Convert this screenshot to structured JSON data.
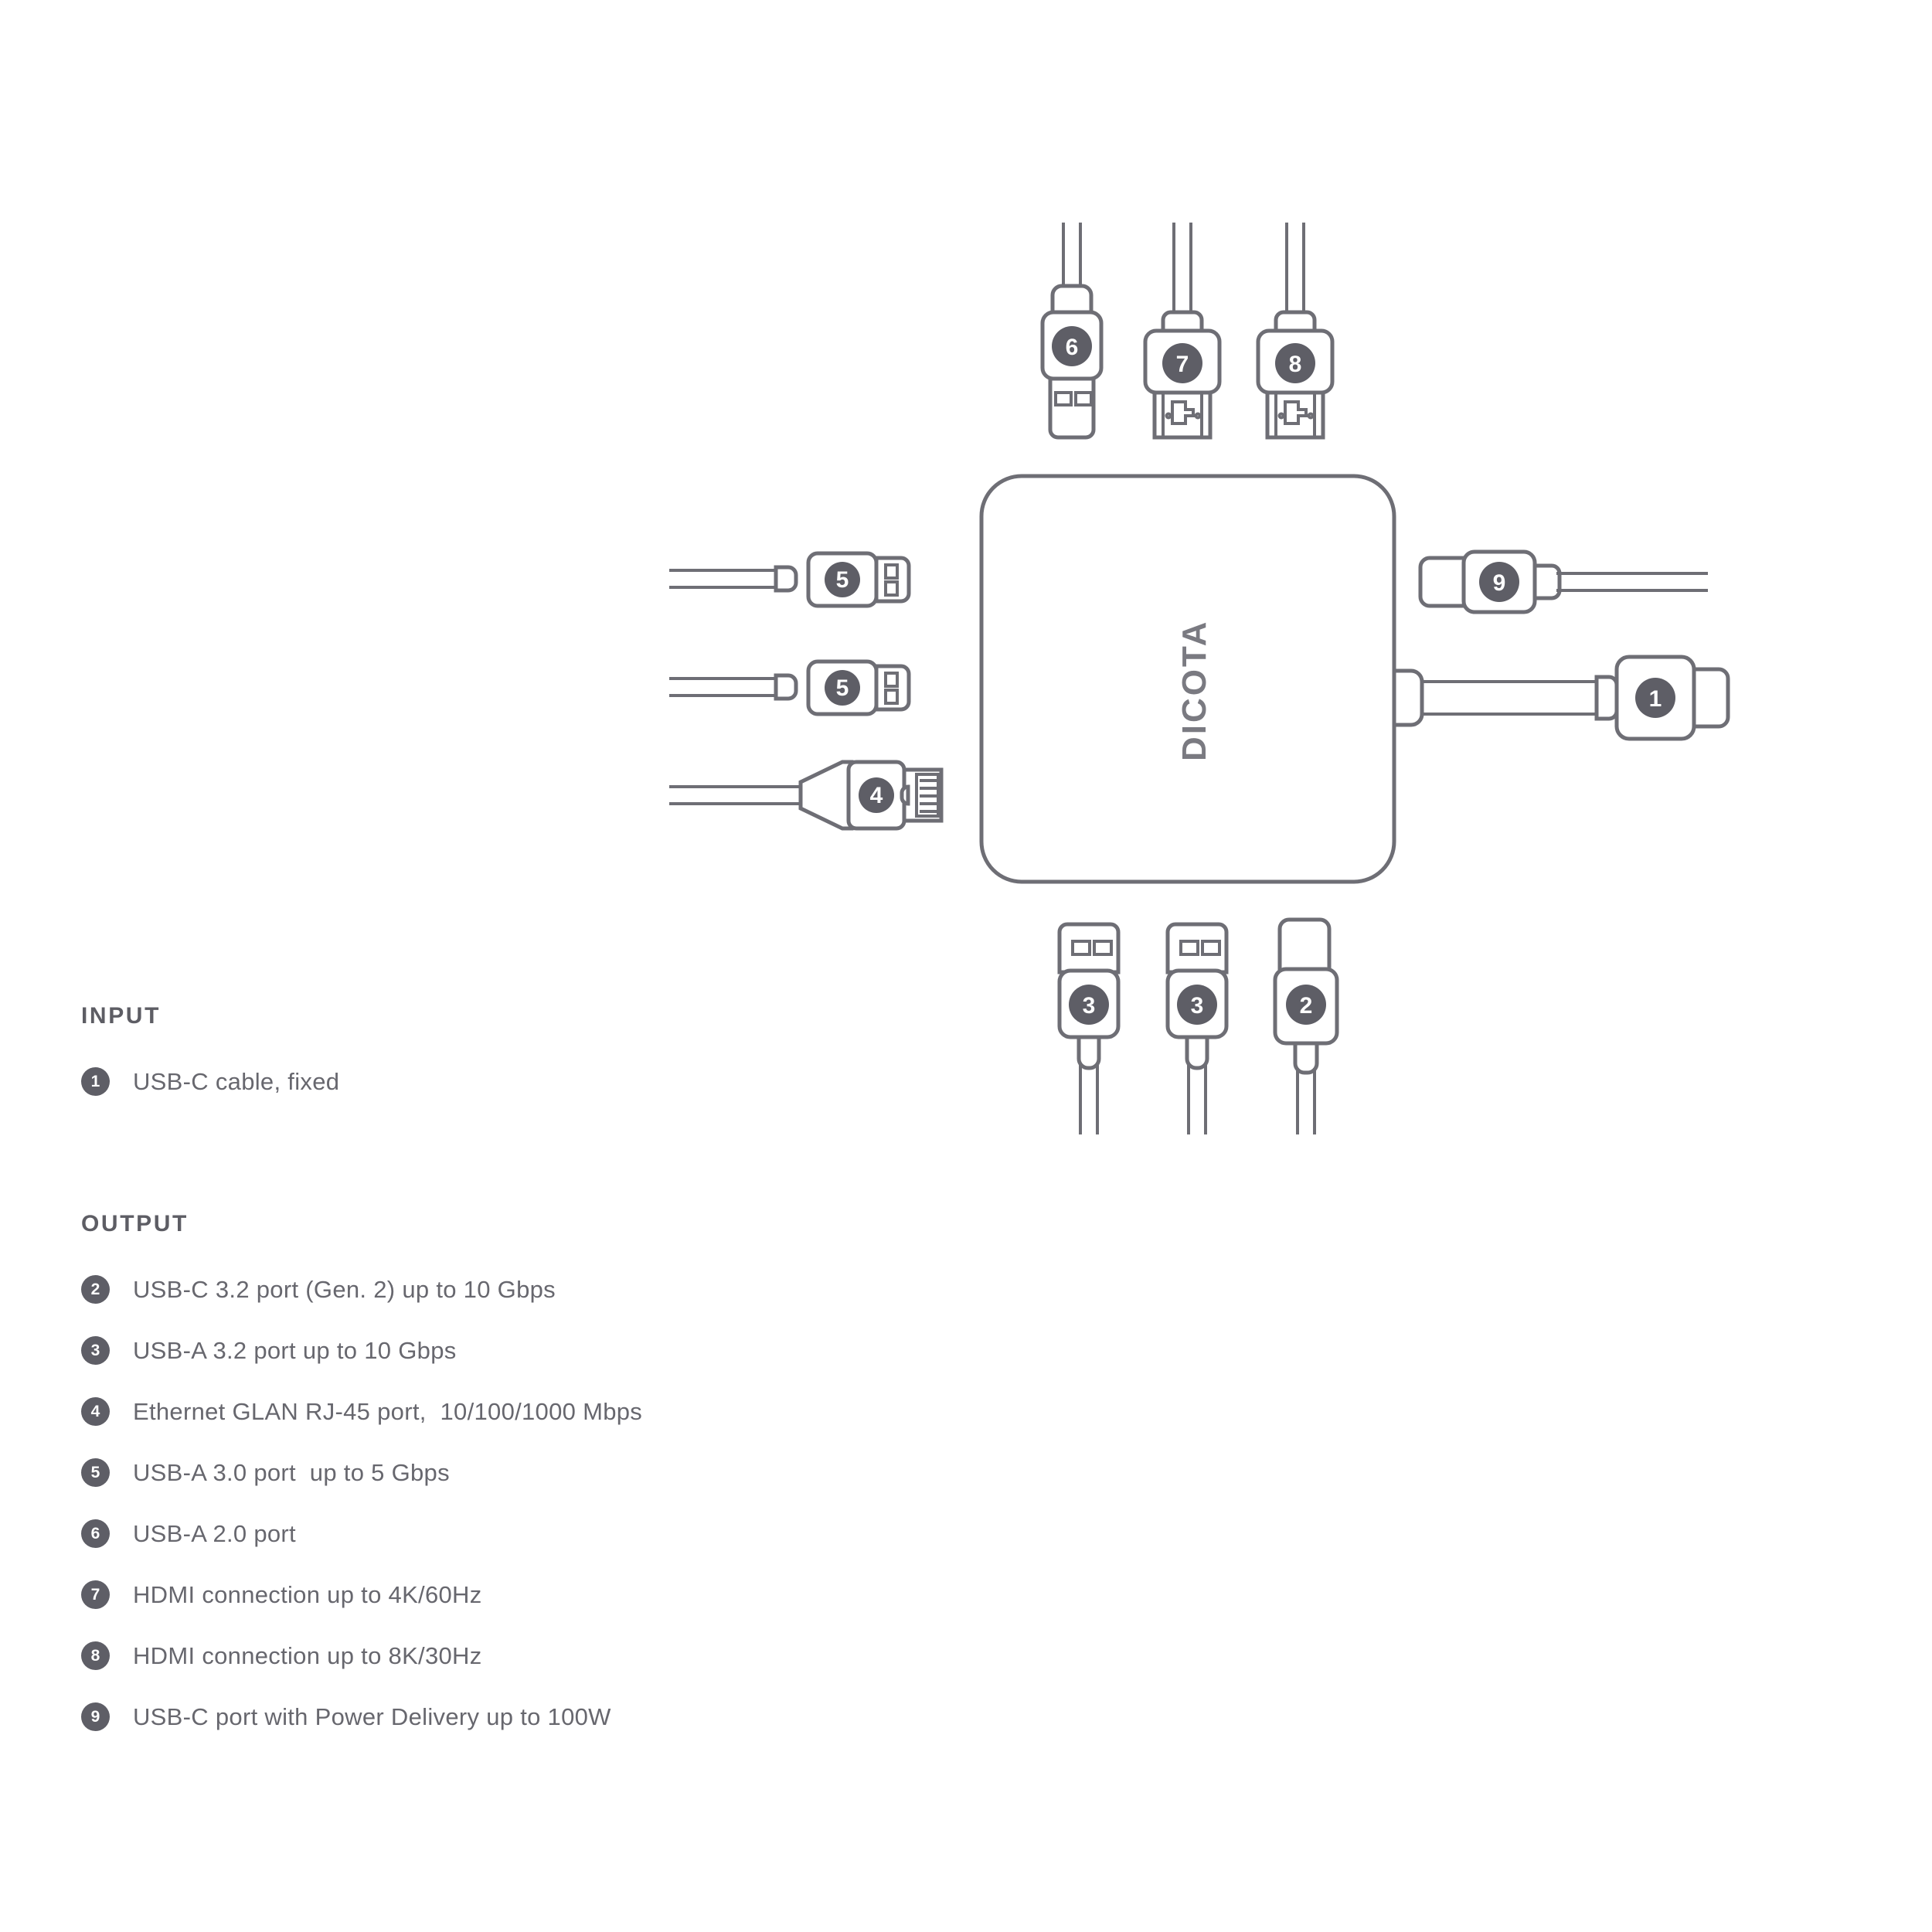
{
  "product": {
    "brand_label": "DICOTA",
    "device_type": "usb-c docking station"
  },
  "legend": {
    "input_heading": "INPUT",
    "output_heading": "OUTPUT",
    "input_items": [
      {
        "number": "1",
        "text": "USB-C cable, fixed"
      }
    ],
    "output_items": [
      {
        "number": "2",
        "text": "USB-C 3.2 port (Gen. 2) up to 10 Gbps"
      },
      {
        "number": "3",
        "text": "USB-A 3.2 port up to 10 Gbps"
      },
      {
        "number": "4",
        "text": "Ethernet GLAN RJ-45 port,  10/100/1000 Mbps"
      },
      {
        "number": "5",
        "text": "USB-A 3.0 port  up to 5 Gbps"
      },
      {
        "number": "6",
        "text": "USB-A 2.0 port"
      },
      {
        "number": "7",
        "text": "HDMI connection up to 4K/60Hz"
      },
      {
        "number": "8",
        "text": "HDMI connection up to 8K/30Hz"
      },
      {
        "number": "9",
        "text": "USB-C port with Power Delivery up to 100W"
      }
    ]
  },
  "callouts": {
    "top": [
      {
        "number": "6",
        "connector": "usb-a"
      },
      {
        "number": "7",
        "connector": "hdmi"
      },
      {
        "number": "8",
        "connector": "hdmi"
      }
    ],
    "left": [
      {
        "number": "5",
        "connector": "usb-a"
      },
      {
        "number": "5",
        "connector": "usb-a"
      },
      {
        "number": "4",
        "connector": "rj45"
      }
    ],
    "right": [
      {
        "number": "9",
        "connector": "usb-c"
      },
      {
        "number": "1",
        "connector": "usb-c"
      }
    ],
    "bottom": [
      {
        "number": "3",
        "connector": "usb-a"
      },
      {
        "number": "3",
        "connector": "usb-a"
      },
      {
        "number": "2",
        "connector": "usb-c"
      }
    ]
  },
  "colors": {
    "line": "#6e6e75",
    "badge_fill": "#5e5e66",
    "badge_text": "#ffffff",
    "text": "#67676e",
    "heading": "#5d5d64",
    "background": "#ffffff"
  }
}
